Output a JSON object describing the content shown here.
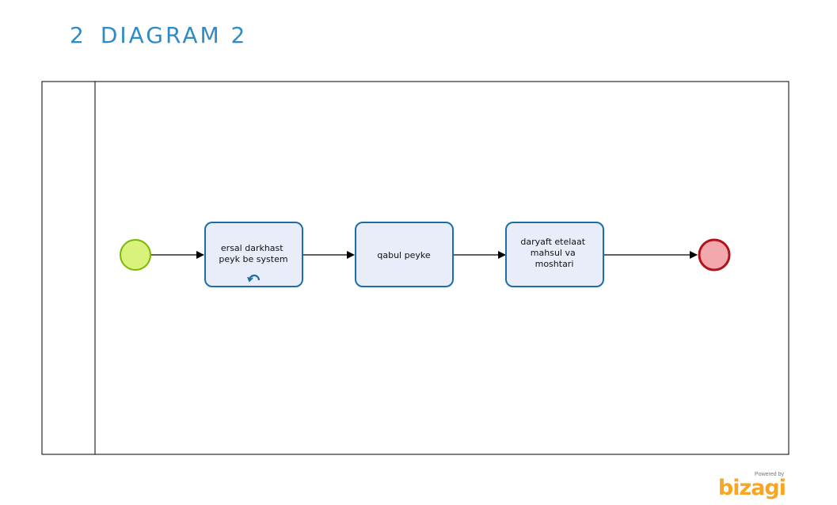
{
  "header": {
    "number": "2",
    "title": "DIAGRAM 2"
  },
  "diagram": {
    "tasks": [
      {
        "lines": [
          "ersal darkhast",
          "peyk be system"
        ],
        "loop_marker": true
      },
      {
        "lines": [
          "qabul peyke"
        ],
        "loop_marker": false
      },
      {
        "lines": [
          "daryaft etelaat",
          "mahsul va",
          "moshtari"
        ],
        "loop_marker": false
      }
    ],
    "colors": {
      "start_fill": "#d9f27c",
      "start_stroke": "#7ab800",
      "end_fill": "#f2a8ac",
      "end_stroke": "#b0131b",
      "task_fill": "#e9edfa",
      "task_stroke": "#1b6fa8",
      "pool_stroke": "#000000",
      "heading": "#2e8bc8",
      "brand": "#f6a623"
    }
  },
  "footer": {
    "powered_by": "Powered by",
    "brand": "bizagi"
  }
}
